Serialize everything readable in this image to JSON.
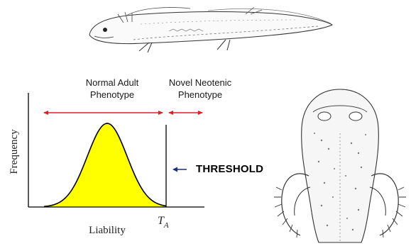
{
  "illustrations": {
    "top": "neotenic-salamander-larva",
    "right": "salamander-head-with-external-gills"
  },
  "labels": {
    "normal_adult": [
      "Normal Adult",
      "Phenotype"
    ],
    "novel_neotenic": [
      "Novel Neotenic",
      "Phenotype"
    ],
    "threshold": "THRESHOLD",
    "threshold_symbol": "T",
    "threshold_sub": "A"
  },
  "chart_data": {
    "type": "area",
    "title": "",
    "xlabel": "Liability",
    "ylabel": "Frequency",
    "distribution": "normal",
    "fill_color": "#ffff00"
  },
  "colors": {
    "range_arrows": "#e02020",
    "pointer_arrow": "#1c2c8c"
  }
}
